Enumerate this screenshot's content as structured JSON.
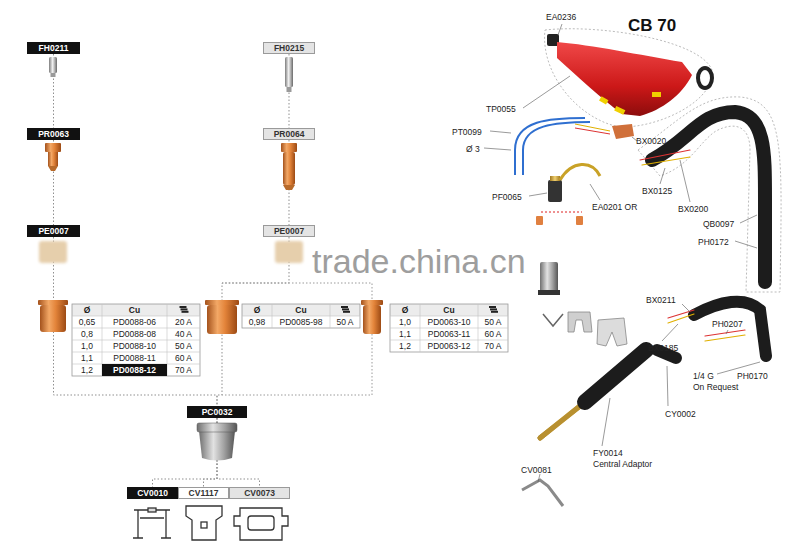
{
  "diagram": {
    "title": "CB 70",
    "nodes": [
      {
        "text": [
          "FH0211"
        ]
      },
      {
        "text": [
          "PR0063"
        ]
      },
      {
        "text": [
          "PE0007"
        ]
      },
      {
        "text": [
          "FH0215"
        ]
      },
      {
        "text": [
          "PR0064"
        ]
      },
      {
        "text": [
          "PE0007"
        ]
      },
      {
        "text": [
          "PC0032"
        ]
      },
      {
        "text": [
          "CV0010"
        ]
      },
      {
        "text": [
          "CV1117"
        ]
      },
      {
        "text": [
          "CV0073"
        ]
      }
    ],
    "edges": [
      {
        "from": 0,
        "to": 1,
        "arrow": "none"
      },
      {
        "from": 1,
        "to": 2,
        "arrow": "none"
      },
      {
        "from": 3,
        "to": 4,
        "arrow": "none"
      },
      {
        "from": 4,
        "to": 5,
        "arrow": "none"
      },
      {
        "from": 2,
        "to": 6,
        "arrow": "none"
      },
      {
        "from": 5,
        "to": 6,
        "arrow": "none"
      },
      {
        "from": 6,
        "to": 7,
        "arrow": "none"
      },
      {
        "from": 6,
        "to": 8,
        "arrow": "none"
      },
      {
        "from": 6,
        "to": 9,
        "arrow": "none"
      }
    ],
    "labels": [
      "Ø",
      "Cu",
      "0,65",
      "PD0088-06",
      "20 A",
      "0,8",
      "PD0088-08",
      "40 A",
      "1,0",
      "PD0088-10",
      "50 A",
      "1,1",
      "PD0088-11",
      "60 A",
      "1,2",
      "PD0088-12",
      "70 A",
      "Ø",
      "Cu",
      "0,98",
      "PD0085-98",
      "50 A",
      "Ø",
      "Cu",
      "1,0",
      "PD0063-10",
      "50 A",
      "1,1",
      "PD0063-11",
      "60 A",
      "1,2",
      "PD0063-12",
      "70 A",
      "trade.china.cn",
      "EA0236",
      "TP0055",
      "PT0099",
      "Ø 3",
      "BX0020",
      "PF0065",
      "EA0201 OR",
      "BX0125",
      "BX0200",
      "QB0097",
      "PH0172",
      "BX0211",
      "BX0185",
      "PH0207",
      "PH0170",
      "1/4 G",
      "On Request",
      "CY0002",
      "FY0014",
      "Central Adaptor",
      "CV0081"
    ]
  }
}
